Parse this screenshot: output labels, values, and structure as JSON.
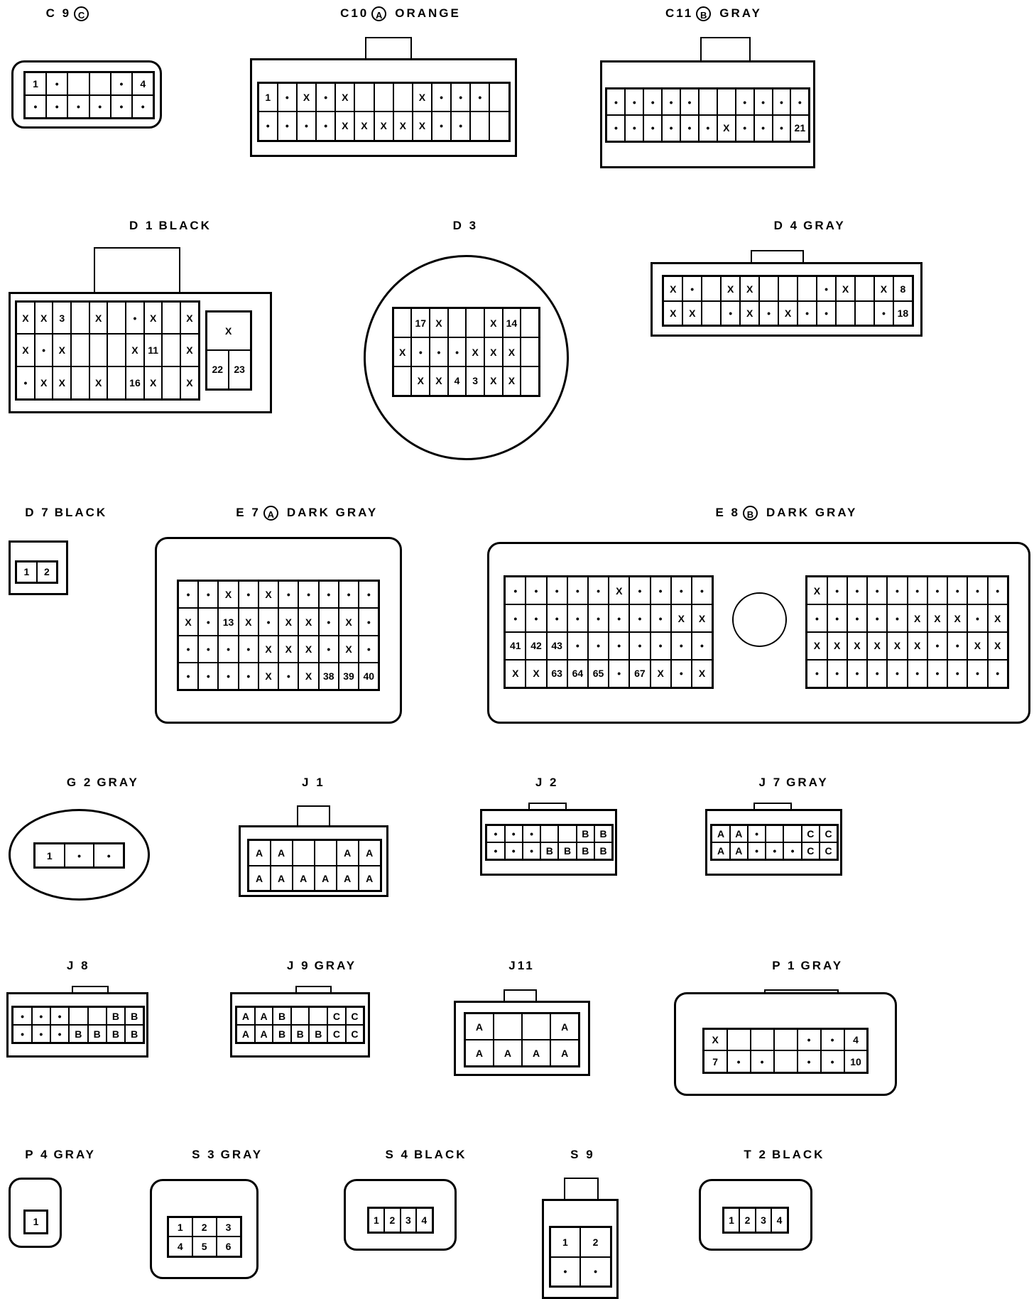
{
  "connectors": [
    {
      "key": "c9",
      "code": "C 9",
      "circle": "C",
      "color": "",
      "rows": [
        [
          "1",
          "•",
          "",
          "",
          "•",
          "4"
        ],
        [
          "•",
          "•",
          "•",
          "•",
          "•",
          "•"
        ]
      ]
    },
    {
      "key": "c10",
      "code": "C10",
      "circle": "A",
      "color": "ORANGE",
      "rows": [
        [
          "1",
          "•",
          "X",
          "•",
          "X",
          "",
          "",
          "",
          "X",
          "•",
          "•",
          "•",
          ""
        ],
        [
          "•",
          "•",
          "•",
          "•",
          "X",
          "X",
          "X",
          "X",
          "X",
          "•",
          "•",
          "",
          ""
        ]
      ]
    },
    {
      "key": "c11",
      "code": "C11",
      "circle": "B",
      "color": "GRAY",
      "rows": [
        [
          "•",
          "•",
          "•",
          "•",
          "•",
          "",
          "",
          "•",
          "•",
          "•",
          "•"
        ],
        [
          "•",
          "•",
          "•",
          "•",
          "•",
          "•",
          "X",
          "•",
          "•",
          "•",
          "21"
        ]
      ]
    },
    {
      "key": "d1",
      "code": "D 1",
      "circle": "",
      "color": "BLACK",
      "rows": [
        [
          "X",
          "X",
          "3",
          "",
          "X",
          "",
          "•",
          "X",
          "",
          "X"
        ],
        [
          "X",
          "•",
          "X",
          "",
          "",
          "",
          "X",
          "11",
          "",
          "X"
        ],
        [
          "•",
          "X",
          "X",
          "",
          "X",
          "",
          "16",
          "X",
          "",
          "X"
        ]
      ],
      "extra": [
        "X",
        "22",
        "23"
      ]
    },
    {
      "key": "d3",
      "code": "D 3",
      "circle": "",
      "color": "",
      "rows": [
        [
          "",
          "17",
          "X",
          "",
          "",
          "X",
          "14",
          ""
        ],
        [
          "X",
          "•",
          "•",
          "•",
          "X",
          "X",
          "X",
          ""
        ],
        [
          "",
          "X",
          "X",
          "4",
          "3",
          "X",
          "X",
          ""
        ]
      ]
    },
    {
      "key": "d4",
      "code": "D 4",
      "circle": "",
      "color": "GRAY",
      "rows": [
        [
          "X",
          "•",
          "",
          "X",
          "X",
          "",
          "",
          "",
          "•",
          "X",
          "",
          "X",
          "8"
        ],
        [
          "X",
          "X",
          "",
          "•",
          "X",
          "•",
          "X",
          "•",
          "•",
          "",
          "",
          "•",
          "18"
        ]
      ]
    },
    {
      "key": "d7",
      "code": "D 7",
      "circle": "",
      "color": "BLACK",
      "rows": [
        [
          "1",
          "2"
        ]
      ]
    },
    {
      "key": "e7",
      "code": "E 7",
      "circle": "A",
      "color": "DARK GRAY",
      "rows": [
        [
          "•",
          "•",
          "X",
          "•",
          "X",
          "•",
          "•",
          "•",
          "•",
          "•"
        ],
        [
          "X",
          "•",
          "13",
          "X",
          "•",
          "X",
          "X",
          "•",
          "X",
          "•"
        ],
        [
          "•",
          "•",
          "•",
          "•",
          "X",
          "X",
          "X",
          "•",
          "X",
          "•"
        ],
        [
          "•",
          "•",
          "•",
          "•",
          "X",
          "•",
          "X",
          "38",
          "39",
          "40"
        ]
      ]
    },
    {
      "key": "e8",
      "code": "E 8",
      "circle": "B",
      "color": "DARK GRAY",
      "left": [
        [
          "•",
          "•",
          "•",
          "•",
          "•",
          "X",
          "•",
          "•",
          "•",
          "•"
        ],
        [
          "•",
          "•",
          "•",
          "•",
          "•",
          "•",
          "•",
          "•",
          "X",
          "X"
        ],
        [
          "41",
          "42",
          "43",
          "•",
          "•",
          "•",
          "•",
          "•",
          "•",
          "•"
        ],
        [
          "X",
          "X",
          "63",
          "64",
          "65",
          "•",
          "67",
          "X",
          "•",
          "X"
        ]
      ],
      "right": [
        [
          "X",
          "•",
          "•",
          "•",
          "•",
          "•",
          "•",
          "•",
          "•",
          "•"
        ],
        [
          "•",
          "•",
          "•",
          "•",
          "•",
          "X",
          "X",
          "X",
          "•",
          "X"
        ],
        [
          "X",
          "X",
          "X",
          "X",
          "X",
          "X",
          "•",
          "•",
          "X",
          "X"
        ],
        [
          "•",
          "•",
          "•",
          "•",
          "•",
          "•",
          "•",
          "•",
          "•",
          "•"
        ]
      ]
    },
    {
      "key": "g2",
      "code": "G 2",
      "circle": "",
      "color": "GRAY",
      "rows": [
        [
          "1",
          "•",
          "•"
        ]
      ]
    },
    {
      "key": "j1",
      "code": "J 1",
      "circle": "",
      "color": "",
      "rows": [
        [
          "A",
          "A",
          "",
          "",
          "A",
          "A"
        ],
        [
          "A",
          "A",
          "A",
          "A",
          "A",
          "A"
        ]
      ]
    },
    {
      "key": "j2",
      "code": "J 2",
      "circle": "",
      "color": "",
      "rows": [
        [
          "•",
          "•",
          "•",
          "",
          "",
          "B",
          "B"
        ],
        [
          "•",
          "•",
          "•",
          "B",
          "B",
          "B",
          "B"
        ]
      ]
    },
    {
      "key": "j7",
      "code": "J 7",
      "circle": "",
      "color": "GRAY",
      "rows": [
        [
          "A",
          "A",
          "•",
          "",
          "",
          "C",
          "C"
        ],
        [
          "A",
          "A",
          "•",
          "•",
          "•",
          "C",
          "C"
        ]
      ]
    },
    {
      "key": "j8",
      "code": "J 8",
      "circle": "",
      "color": "",
      "rows": [
        [
          "•",
          "•",
          "•",
          "",
          "",
          "B",
          "B"
        ],
        [
          "•",
          "•",
          "•",
          "B",
          "B",
          "B",
          "B"
        ]
      ]
    },
    {
      "key": "j9",
      "code": "J 9",
      "circle": "",
      "color": "GRAY",
      "rows": [
        [
          "A",
          "A",
          "B",
          "",
          "",
          "C",
          "C"
        ],
        [
          "A",
          "A",
          "B",
          "B",
          "B",
          "C",
          "C"
        ]
      ]
    },
    {
      "key": "j11",
      "code": "J11",
      "circle": "",
      "color": "",
      "rows": [
        [
          "A",
          "",
          "",
          "A"
        ],
        [
          "A",
          "A",
          "A",
          "A"
        ]
      ]
    },
    {
      "key": "p1",
      "code": "P 1",
      "circle": "",
      "color": "GRAY",
      "rows": [
        [
          "X",
          "",
          "",
          "",
          "•",
          "•",
          "4"
        ],
        [
          "7",
          "•",
          "•",
          "",
          "•",
          "•",
          "10"
        ]
      ]
    },
    {
      "key": "p4",
      "code": "P 4",
      "circle": "",
      "color": "GRAY",
      "rows": [
        [
          "1"
        ]
      ]
    },
    {
      "key": "s3",
      "code": "S 3",
      "circle": "",
      "color": "GRAY",
      "rows": [
        [
          "1",
          "2",
          "3"
        ],
        [
          "4",
          "5",
          "6"
        ]
      ]
    },
    {
      "key": "s4",
      "code": "S 4",
      "circle": "",
      "color": "BLACK",
      "rows": [
        [
          "1",
          "2",
          "3",
          "4"
        ]
      ]
    },
    {
      "key": "s9",
      "code": "S 9",
      "circle": "",
      "color": "",
      "rows": [
        [
          "1",
          "2"
        ],
        [
          "•",
          "•"
        ]
      ]
    },
    {
      "key": "t2",
      "code": "T 2",
      "circle": "",
      "color": "BLACK",
      "rows": [
        [
          "1",
          "2",
          "3",
          "4"
        ]
      ]
    }
  ]
}
